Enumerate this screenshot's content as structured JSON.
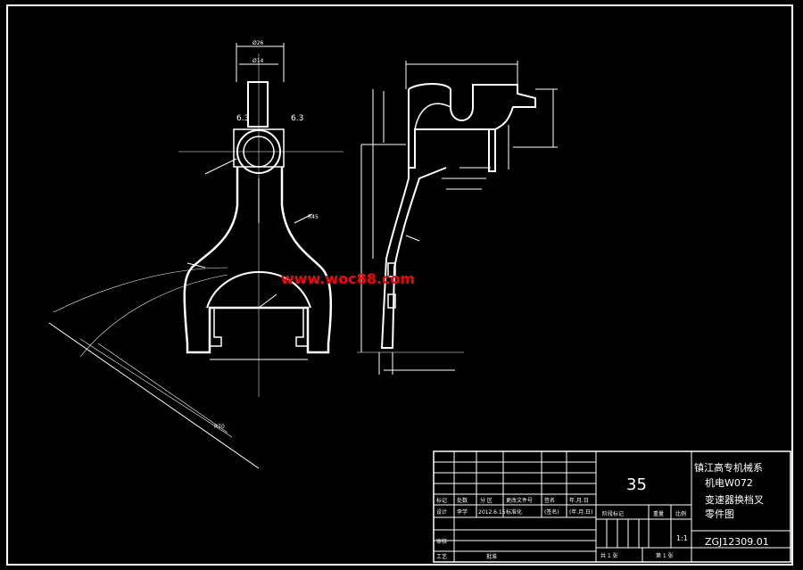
{
  "colors": {
    "background": "#000000",
    "line": "#ffffff",
    "watermark": "#ff0000"
  },
  "drawing": {
    "dimensions": {
      "top_width": "Ø26",
      "top_inner": "Ø14",
      "left_6_3": "6.3",
      "right_6_3": "6.3",
      "angle_label": "R45",
      "arc_r": "R70"
    }
  },
  "watermark": "www.woc88.com",
  "title_block": {
    "school_name": "镇江高专机械系",
    "project_code": "机电W072",
    "part_name_line1": "变速器换档叉",
    "part_name_line2": "零件图",
    "material": "35",
    "drawing_number": "ZGJ12309.01",
    "scale": "1:1",
    "header_row": [
      "标记",
      "处数",
      "分 区",
      "更改文件号",
      "签名",
      "年.月.日"
    ],
    "design_row": [
      "设计",
      "李学",
      "2012.6.15",
      "标准化",
      "(签名)",
      "(年.月.日)"
    ],
    "stage_label": "阶段标记",
    "weight_label": "重量",
    "scale_label": "比例",
    "review_label": "审核",
    "process_label": "工艺",
    "approve_label": "批准",
    "sheet_info": [
      "共 1 张",
      "第 1 张"
    ]
  }
}
